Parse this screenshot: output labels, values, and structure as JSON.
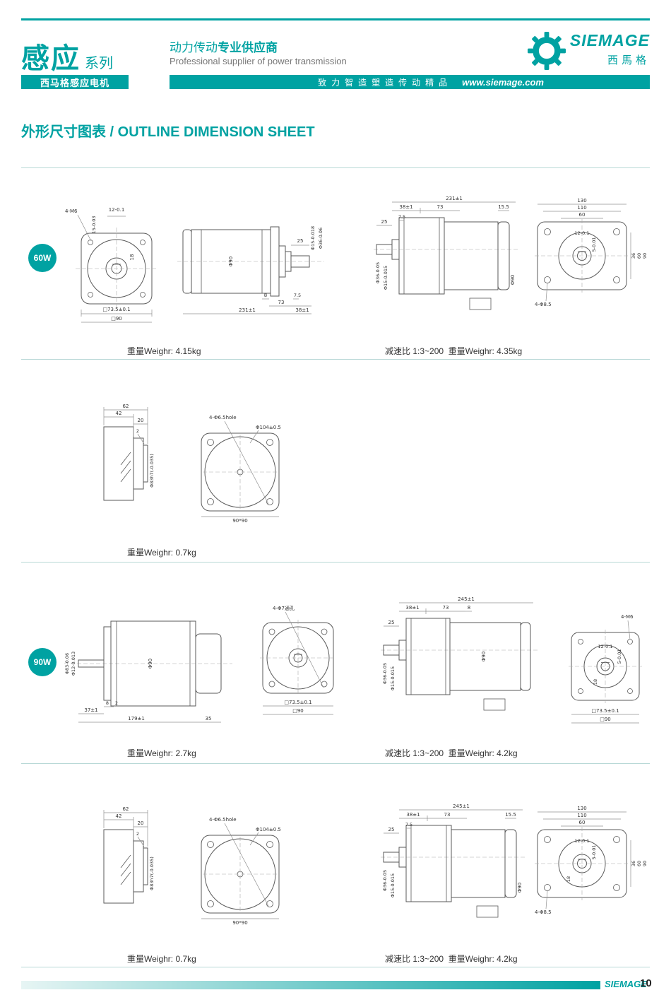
{
  "colors": {
    "accent": "#00a2a2",
    "text_dark": "#222222",
    "text_gray": "#777777"
  },
  "header": {
    "series_cn": "感应",
    "series_suffix": "系列",
    "subbrand_bar": "西马格感应电机",
    "tagline_cn": "动力传动",
    "tagline_cn_bold": "专业供应商",
    "tagline_en": "Professional supplier of power transmission",
    "slogan": "致力智造塑造传动精品",
    "website": "www.siemage.com",
    "brand": "SIEMAGE",
    "brand_cn": "西馬格"
  },
  "title": "外形尺寸图表 / OUTLINE DIMENSION SHEET",
  "sections": {
    "s60": {
      "badge": "60W",
      "weight_left": "重量Weighr: 4.15kg",
      "weight_right": "减速比 1:3~200  重量Weighr: 4.35kg"
    },
    "fan1": {
      "weight_left": "重量Weighr: 0.7kg"
    },
    "s90": {
      "badge": "90W",
      "weight_left": "重量Weighr: 2.7kg",
      "weight_right": "减速比 1:3~200  重量Weighr: 4.2kg"
    },
    "bottom": {
      "weight_left": "重量Weighr: 0.7kg",
      "weight_right": "减速比 1:3~200  重量Weighr: 4.2kg"
    }
  },
  "footer": {
    "brand": "SIEMAGE",
    "page_number": "10"
  },
  "drawings": {
    "d60_front": {
      "labels": [
        "4-M6",
        "12-0.1",
        "15-0.03",
        "18",
        "□73.5±0.1",
        "□90"
      ]
    },
    "d60_side": {
      "labels": [
        "Φ90",
        "8",
        "73",
        "7.5",
        "38±1",
        "231±1",
        "25",
        "Φ15-0.018",
        "Φ36-0.06"
      ]
    },
    "d60_gear_side": {
      "labels": [
        "231±1",
        "38±1",
        "73",
        "15.5",
        "7.5",
        "25",
        "Φ36-0.05",
        "Φ15-0.015",
        "Φ90"
      ]
    },
    "d60_gear_front": {
      "labels": [
        "130",
        "110",
        "60",
        "36",
        "60",
        "90",
        "12-0.1",
        "5-0.01",
        "4-Φ8.5"
      ]
    },
    "fan_side": {
      "labels": [
        "62",
        "42",
        "20",
        "2",
        "Φ83h7(-0.035)"
      ]
    },
    "fan_front": {
      "labels": [
        "4-Φ6.5hole",
        "Φ104±0.5",
        "90*90"
      ]
    },
    "d90_side": {
      "labels": [
        "Φ83-0.06",
        "Φ12-0.013",
        "Φ90",
        "2",
        "37±1",
        "8",
        "179±1",
        "35"
      ]
    },
    "d90_front": {
      "labels": [
        "4-Φ7通孔",
        "□73.5±0.1",
        "□90"
      ]
    },
    "d90_gear_side": {
      "labels": [
        "245±1",
        "38±1",
        "73",
        "8",
        "25",
        "Φ36-0.05",
        "Φ15-0.015",
        "Φ90"
      ]
    },
    "d90_gear_front": {
      "labels": [
        "4-M6",
        "12-0.1",
        "5-0.01",
        "18",
        "□73.5±0.1",
        "□90"
      ]
    },
    "dbot_gear_side": {
      "labels": [
        "245±1",
        "38±1",
        "73",
        "15.5",
        "7.5",
        "25",
        "Φ36-0.05",
        "Φ15-0.015",
        "Φ90"
      ]
    },
    "dbot_gear_front": {
      "labels": [
        "130",
        "110",
        "60",
        "18",
        "36",
        "60",
        "90",
        "12-0.1",
        "5-0.01",
        "4-Φ8.5"
      ]
    }
  }
}
